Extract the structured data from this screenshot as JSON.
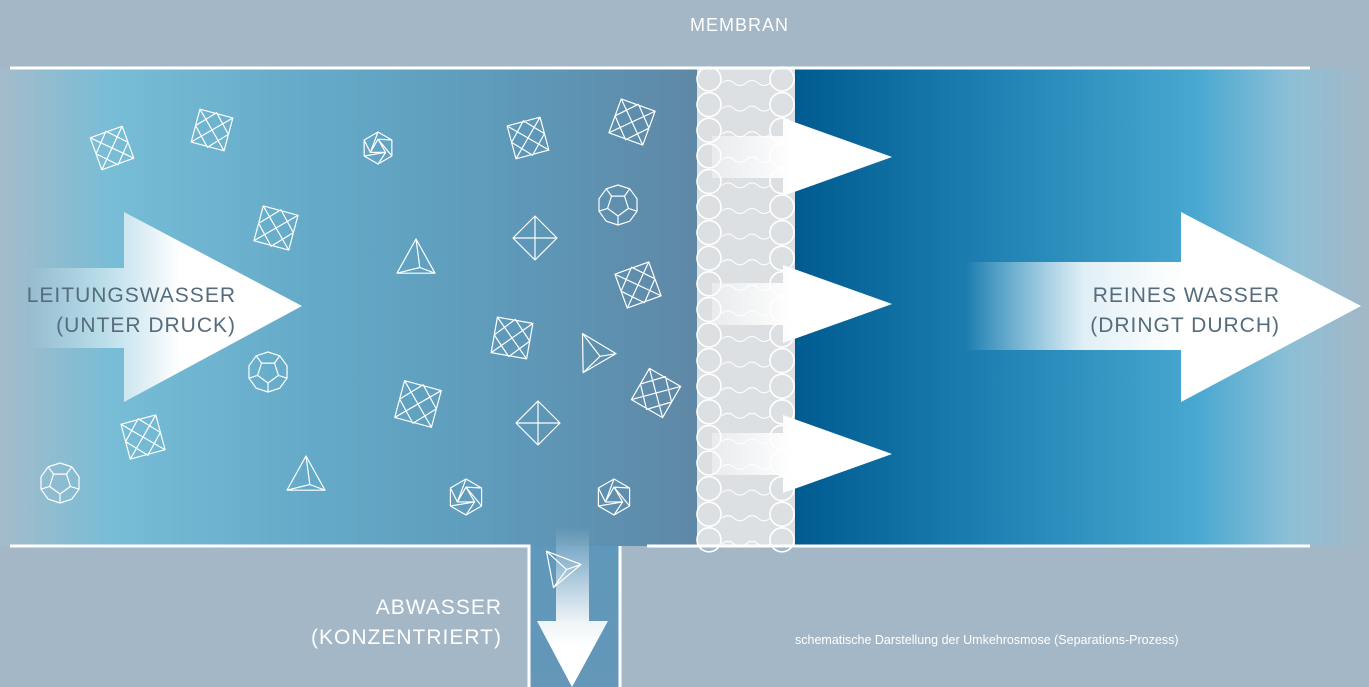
{
  "labels": {
    "membrane": "MEMBRAN",
    "inlet_line1": "LEITUNGSWASSER",
    "inlet_line2": "(UNTER DRUCK)",
    "outlet_line1": "REINES WASSER",
    "outlet_line2": "(DRINGT DURCH)",
    "waste_line1": "ABWASSER",
    "waste_line2": "(KONZENTRIERT)",
    "caption": "schematische Darstellung der Umkehrosmose (Separations-Prozess)"
  },
  "colors": {
    "background": "#a3b7c6",
    "inlet_water_light": "#78bdd6",
    "inlet_water_mid": "#5e9fbc",
    "inlet_water_dark": "#5f8aa8",
    "pure_water_dark": "#00598f",
    "pure_water_mid": "#3a98c6",
    "membrane_fill": "#d9dde0",
    "wall": "#ffffff"
  },
  "particle_shapes": [
    "octahedron",
    "icosahedron",
    "dodecahedron",
    "tetrahedron",
    "octahedron-top"
  ],
  "icons": {
    "inlet_flow": "arrow-right-icon",
    "permeate_flow": "arrow-right-icon",
    "outlet_flow": "arrow-right-icon",
    "waste_flow": "arrow-down-icon"
  }
}
